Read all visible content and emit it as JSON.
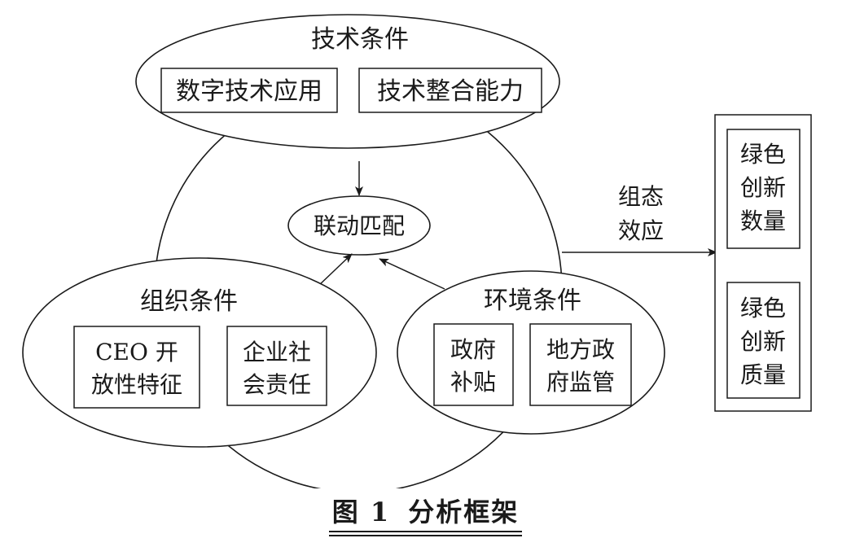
{
  "tech": {
    "title": "技术条件",
    "items": [
      "数字技术应用",
      "技术整合能力"
    ]
  },
  "center": {
    "label": "联动匹配"
  },
  "org": {
    "title": "组织条件",
    "item1": [
      "CEO 开",
      "放性特征"
    ],
    "item2": [
      "企业社",
      "会责任"
    ]
  },
  "env": {
    "title": "环境条件",
    "item1": [
      "政府",
      "补贴"
    ],
    "item2": [
      "地方政",
      "府监管"
    ]
  },
  "effect": {
    "label": [
      "组态",
      "效应"
    ]
  },
  "outcomes": {
    "quantity": [
      "绿色",
      "创新",
      "数量"
    ],
    "quality": [
      "绿色",
      "创新",
      "质量"
    ]
  },
  "caption": {
    "number": "图 1",
    "title": "分析框架"
  }
}
